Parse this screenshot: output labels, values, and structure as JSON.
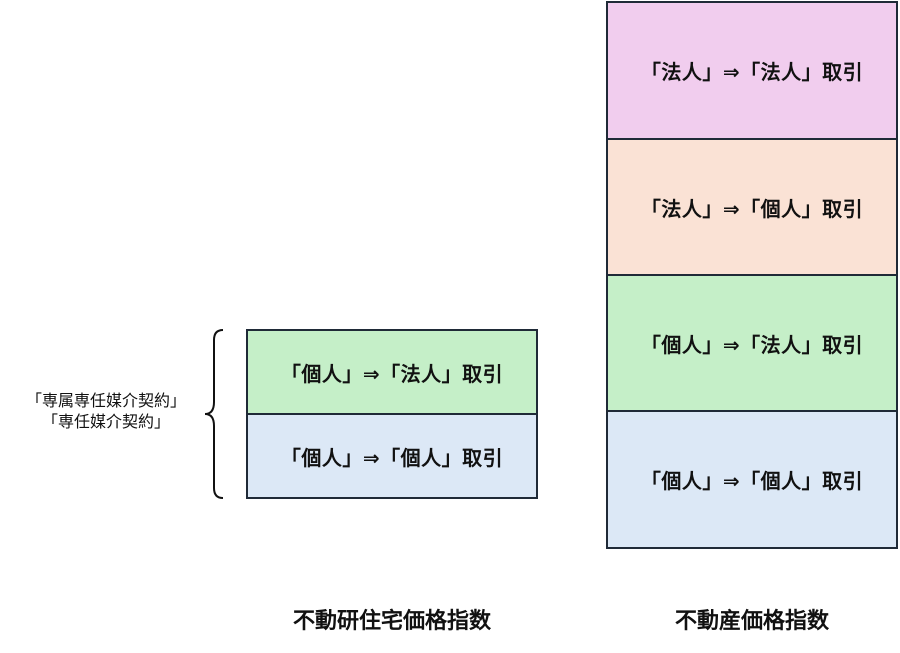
{
  "colors": {
    "pink": "#f1cdee",
    "peach": "#fae2d5",
    "green": "#c5efc8",
    "blue": "#dce8f6",
    "border": "#1f2a37"
  },
  "left_group": {
    "bracket_lines": [
      "「専属専任媒介契約」",
      "「専任媒介契約」"
    ],
    "boxes": [
      {
        "label": "「個人」⇒「法人」取引",
        "color": "#c5efc8"
      },
      {
        "label": "「個人」⇒「個人」取引",
        "color": "#dce8f6"
      }
    ],
    "title": "不動研住宅価格指数"
  },
  "right_group": {
    "boxes": [
      {
        "label": "「法人」⇒「法人」取引",
        "color": "#f1cdee"
      },
      {
        "label": "「法人」⇒「個人」取引",
        "color": "#fae2d5"
      },
      {
        "label": "「個人」⇒「法人」取引",
        "color": "#c5efc8"
      },
      {
        "label": "「個人」⇒「個人」取引",
        "color": "#dce8f6"
      }
    ],
    "title": "不動産価格指数"
  }
}
